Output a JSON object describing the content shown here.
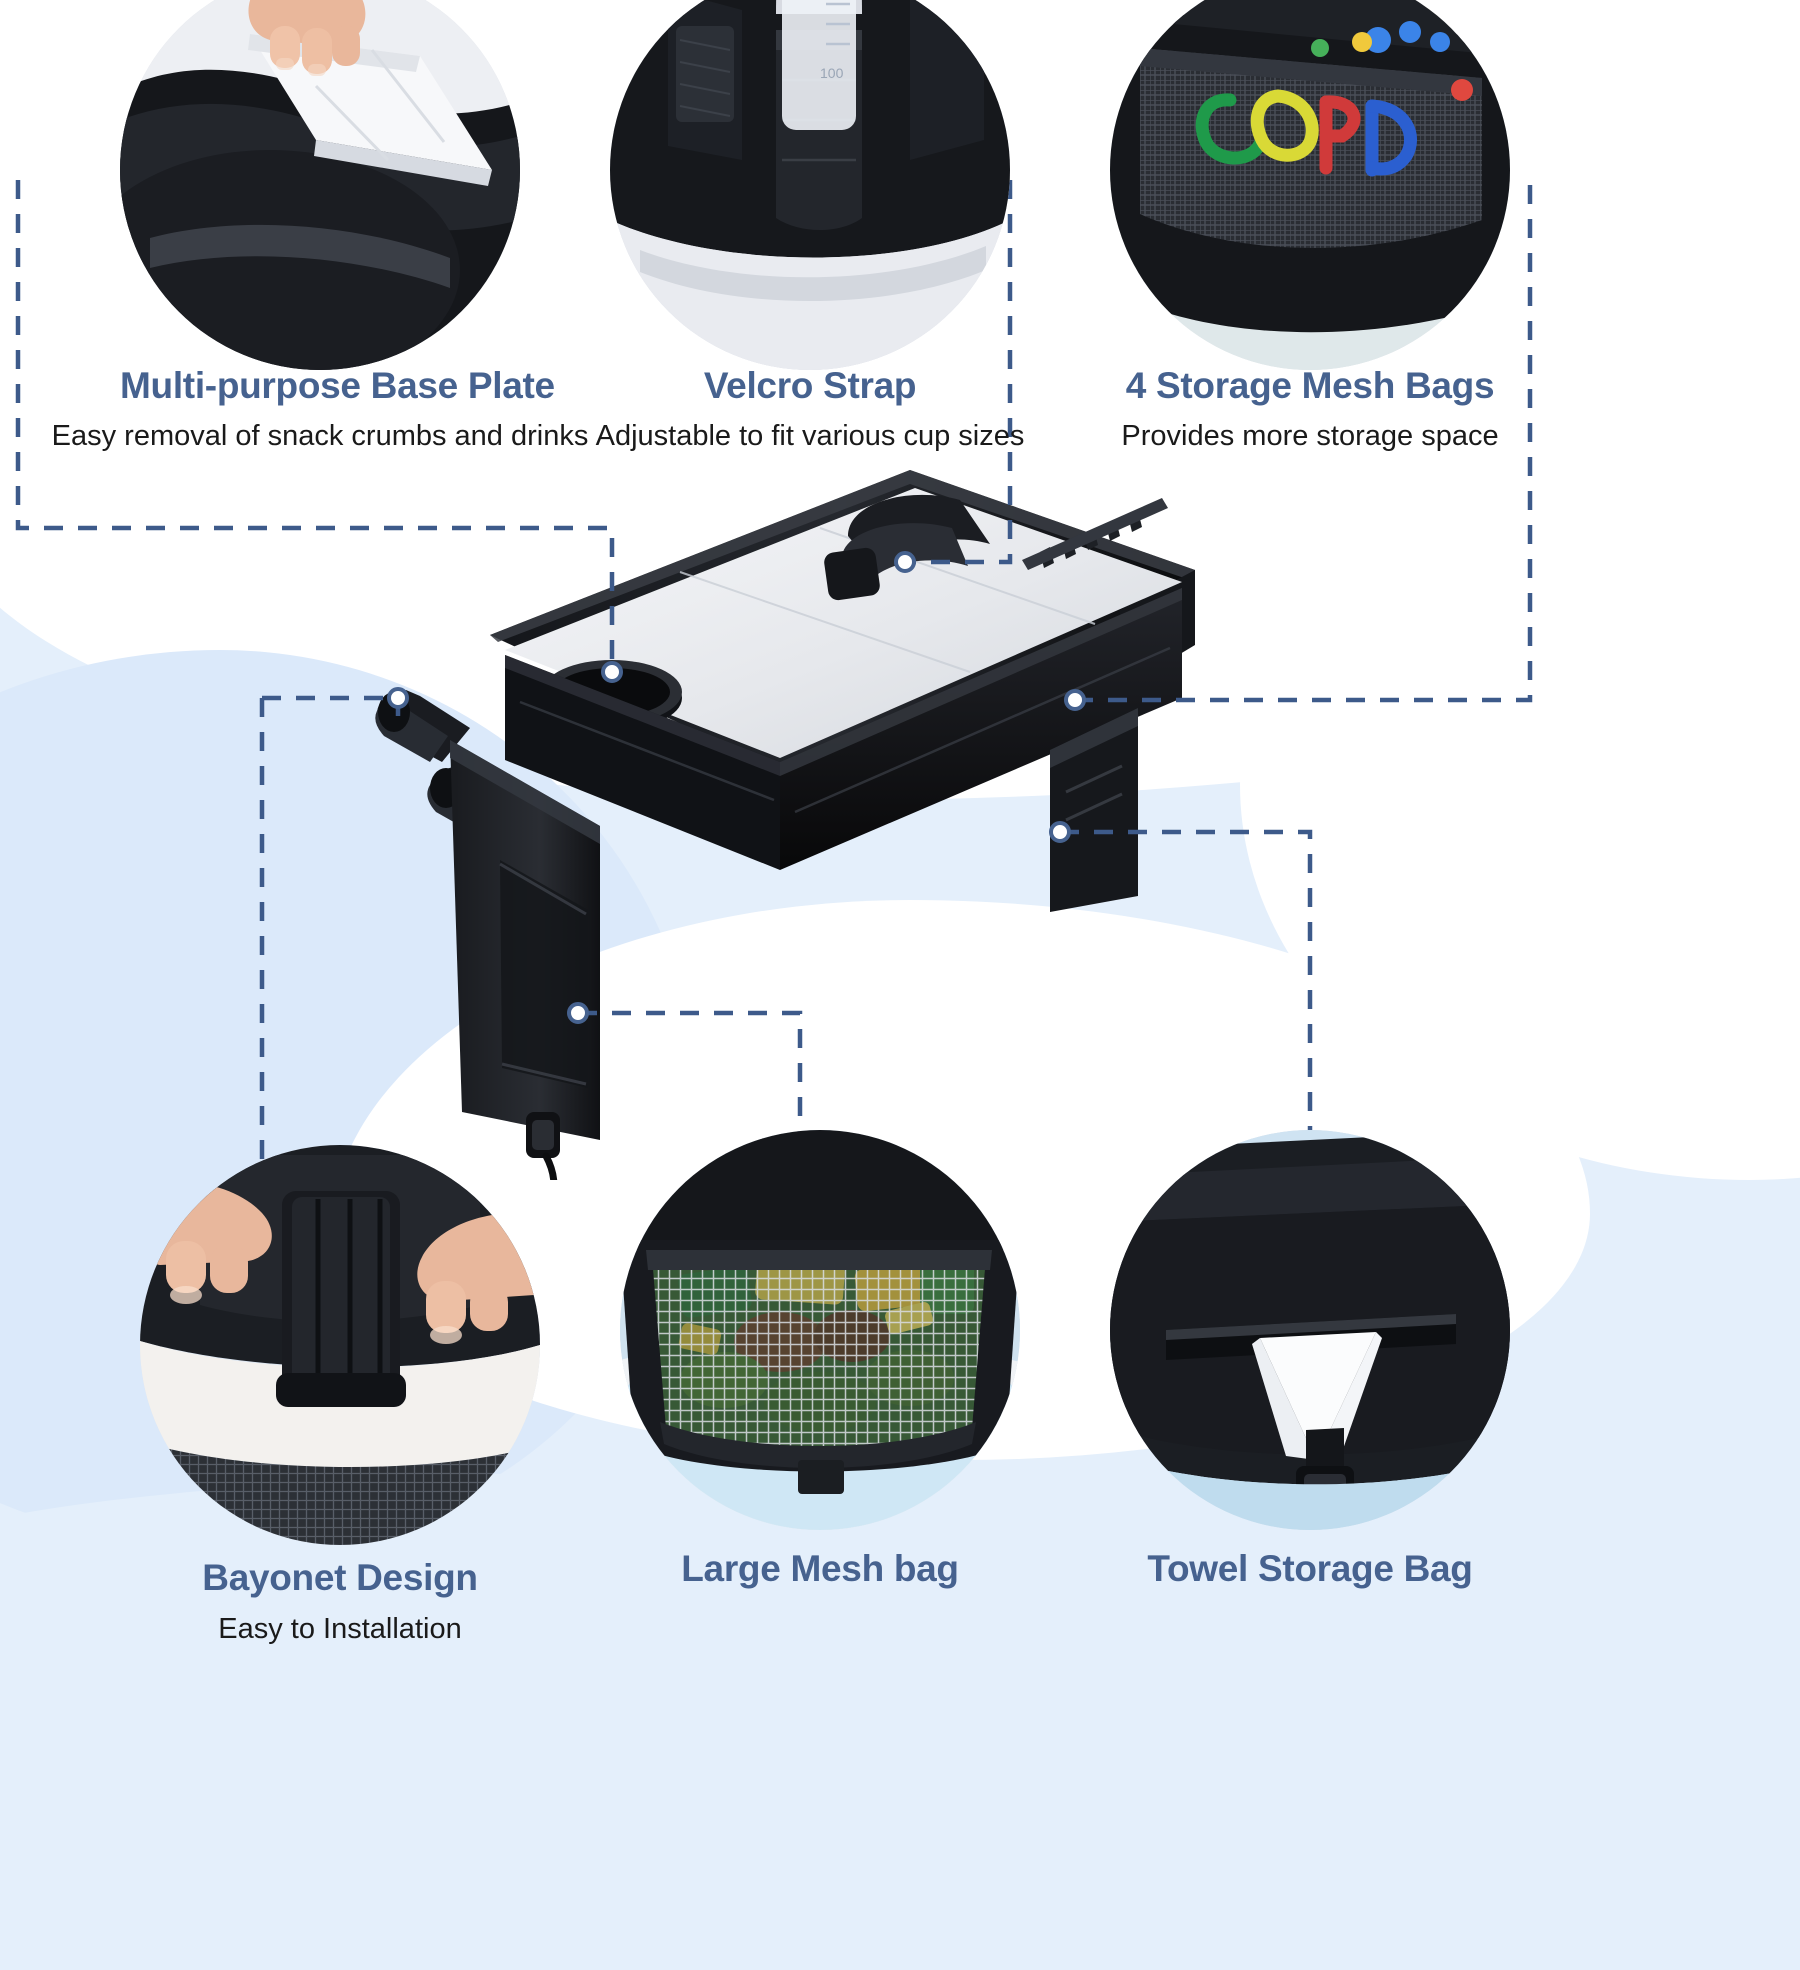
{
  "theme": {
    "background": "#e4effb",
    "panel_white": "#ffffff",
    "accent_blue": "#46628f",
    "line_blue": "#3d5a8a",
    "subtitle_color": "#1a1a1a",
    "soft_blue": "#dbe9fa"
  },
  "features": [
    {
      "id": "base-plate",
      "title": "Multi-purpose Base Plate",
      "subtitle": "Easy removal of snack crumbs and drinks",
      "photo": "hand-removing-white-base-plate-from-black-tray"
    },
    {
      "id": "velcro-strap",
      "title": "Velcro Strap",
      "subtitle": "Adjustable to fit various cup sizes",
      "photo": "baby-bottle-held-by-black-velcro-cup-strap"
    },
    {
      "id": "mesh-bags",
      "title": "4 Storage Mesh Bags",
      "subtitle": "Provides more storage space",
      "photo": "mesh-bag-holding-colorful-toy-letters"
    },
    {
      "id": "bayonet-design",
      "title": "Bayonet Design",
      "subtitle": "Easy to Installation",
      "photo": "hand-holding-black-plastic-bayonet-clip"
    },
    {
      "id": "large-mesh-bag",
      "title": "Large Mesh bag",
      "subtitle": "",
      "photo": "large-mesh-bag-filled-with-snacks"
    },
    {
      "id": "towel-storage-bag",
      "title": "Towel Storage Bag",
      "subtitle": "",
      "photo": "tissue-pulled-from-black-towel-storage-pocket"
    }
  ],
  "product": {
    "name": "kids-car-seat-travel-tray-organizer",
    "color": "#0d0d0f",
    "base_plate_color": "#eef0f3",
    "markers": 6
  }
}
